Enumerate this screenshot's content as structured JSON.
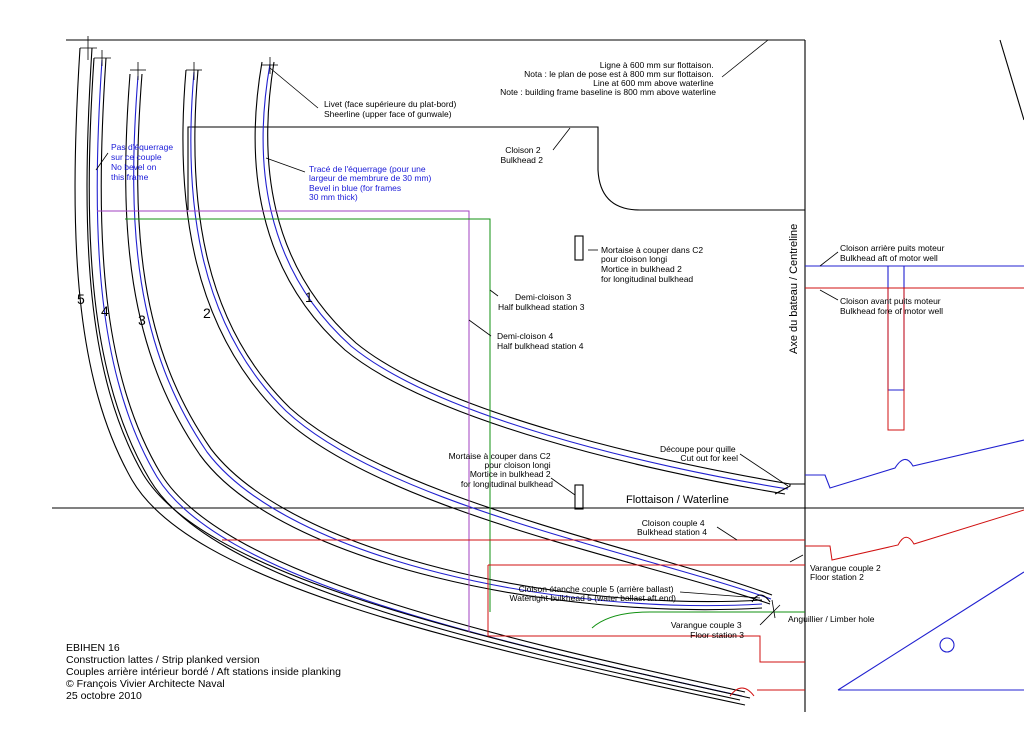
{
  "labels": {
    "ligne600": [
      "Ligne à 600 mm sur flottaison.",
      "Nota : le plan de pose est à 800 mm sur flottaison.",
      "Line at 600 mm above waterline",
      "Note : building frame baseline is 800 mm above waterline"
    ],
    "livet": [
      "Livet (face supérieure du plat-bord)",
      "Sheerline (upper face of gunwale)"
    ],
    "cloison2": [
      "Cloison 2",
      "Bulkhead 2"
    ],
    "pasEquerrage": [
      "Pas d'équerrage",
      "sur ce couple",
      "No bevel on",
      "this frame"
    ],
    "traceEquerrage": [
      "Tracé de l'équerrage (pour une",
      "largeur de membrure de 30 mm)",
      "Bevel in blue (for frames",
      "30 mm thick)"
    ],
    "mortaiseTop": [
      "Mortaise à couper dans C2",
      "pour cloison longi",
      "Mortice in bulkhead 2",
      "for longitudinal bulkhead"
    ],
    "demiCloison3": [
      "Demi-cloison 3",
      "Half bulkhead station 3"
    ],
    "demiCloison4": [
      "Demi-cloison 4",
      "Half bulkhead station 4"
    ],
    "cloisonArriere": [
      "Cloison arrière puits moteur",
      "Bulkhead aft of motor well"
    ],
    "cloisonAvant": [
      "Cloison avant puits moteur",
      "Bulkhead fore of motor well"
    ],
    "axe": "Axe du bateau / Centreline",
    "decoupe": [
      "Découpe pour quille",
      "Cut out for keel"
    ],
    "mortaiseBottom": [
      "Mortaise à couper dans C2",
      "pour cloison longi",
      "Mortice in bulkhead 2",
      "for longitudinal bulkhead"
    ],
    "flottaison": "Flottaison / Waterline",
    "cloisonCouple4": [
      "Cloison couple 4",
      "Bulkhead station 4"
    ],
    "varangue2": [
      "Varangue couple 2",
      "Floor station 2"
    ],
    "cloisonEtanche5": [
      "Cloison étanche couple 5 (arrière ballast)",
      "Watertight bulkhead 5 (water ballast aft end)"
    ],
    "anguillier": "Anguillier / Limber hole",
    "varangue3": [
      "Varangue couple 3",
      "Floor station 3"
    ]
  },
  "frameNumbers": [
    "5",
    "4",
    "3",
    "2",
    "1"
  ],
  "titleBlock": [
    "EBIHEN 16",
    "Construction lattes / Strip planked version",
    "Couples arrière intérieur bordé / Aft stations inside planking",
    "© François Vivier Architecte Naval",
    "25 octobre 2010"
  ],
  "colors": {
    "frame": "#000000",
    "bevel": "#2020d0",
    "bulkhead4": "#d01010",
    "halfBulkhead3": "#109010",
    "halfBulkhead4": "#a040c0"
  }
}
